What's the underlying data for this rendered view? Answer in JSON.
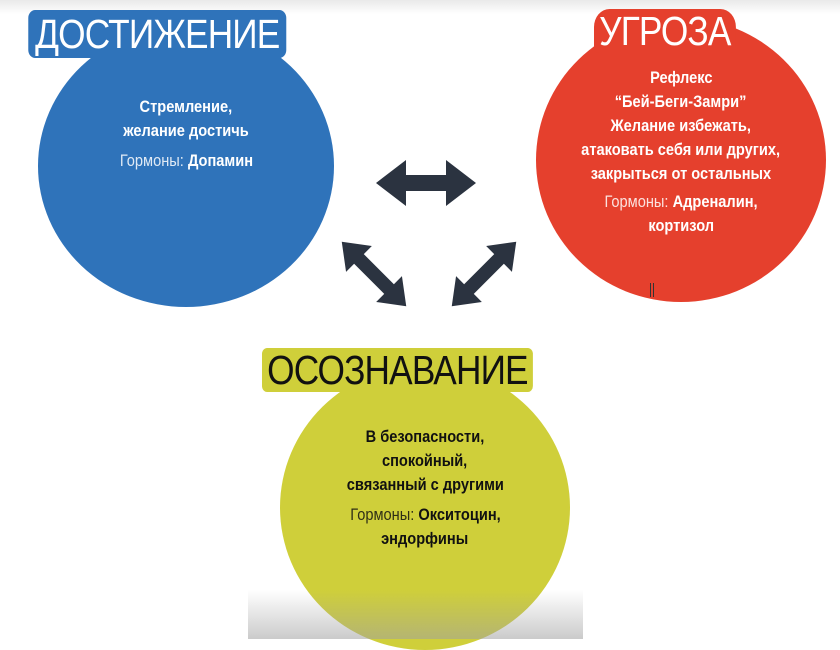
{
  "diagram": {
    "colors": {
      "achievement": "#2f73ba",
      "threat": "#e5402d",
      "awareness": "#cfcf3a",
      "arrows": "#2b3340"
    },
    "achievement": {
      "title": "ДОСТИЖЕНИЕ",
      "lines": [
        "Стремление,",
        "желание достичь"
      ],
      "hormones_label": "Гормоны:",
      "hormones_value": "Допамин"
    },
    "threat": {
      "title": "УГРОЗА",
      "lines": [
        "Рефлекс",
        "“Бей-Беги-Замри”",
        "Желание избежать,",
        "атаковать себя или других,",
        "закрыться от остальных"
      ],
      "hormones_label": "Гормоны:",
      "hormones_value": "Адреналин,",
      "hormones_value2": "кортизол"
    },
    "awareness": {
      "title": "ОСОЗНАВАНИЕ",
      "lines": [
        "В безопасности,",
        "спокойный,",
        "связанный с другими"
      ],
      "hormones_label": "Гормоны:",
      "hormones_value": "Окситоцин,",
      "hormones_value2": "эндорфины"
    },
    "arrows": [
      {
        "from": "achievement",
        "to": "threat",
        "type": "double-headed"
      },
      {
        "from": "achievement",
        "to": "awareness",
        "type": "double-headed"
      },
      {
        "from": "threat",
        "to": "awareness",
        "type": "double-headed"
      }
    ]
  }
}
